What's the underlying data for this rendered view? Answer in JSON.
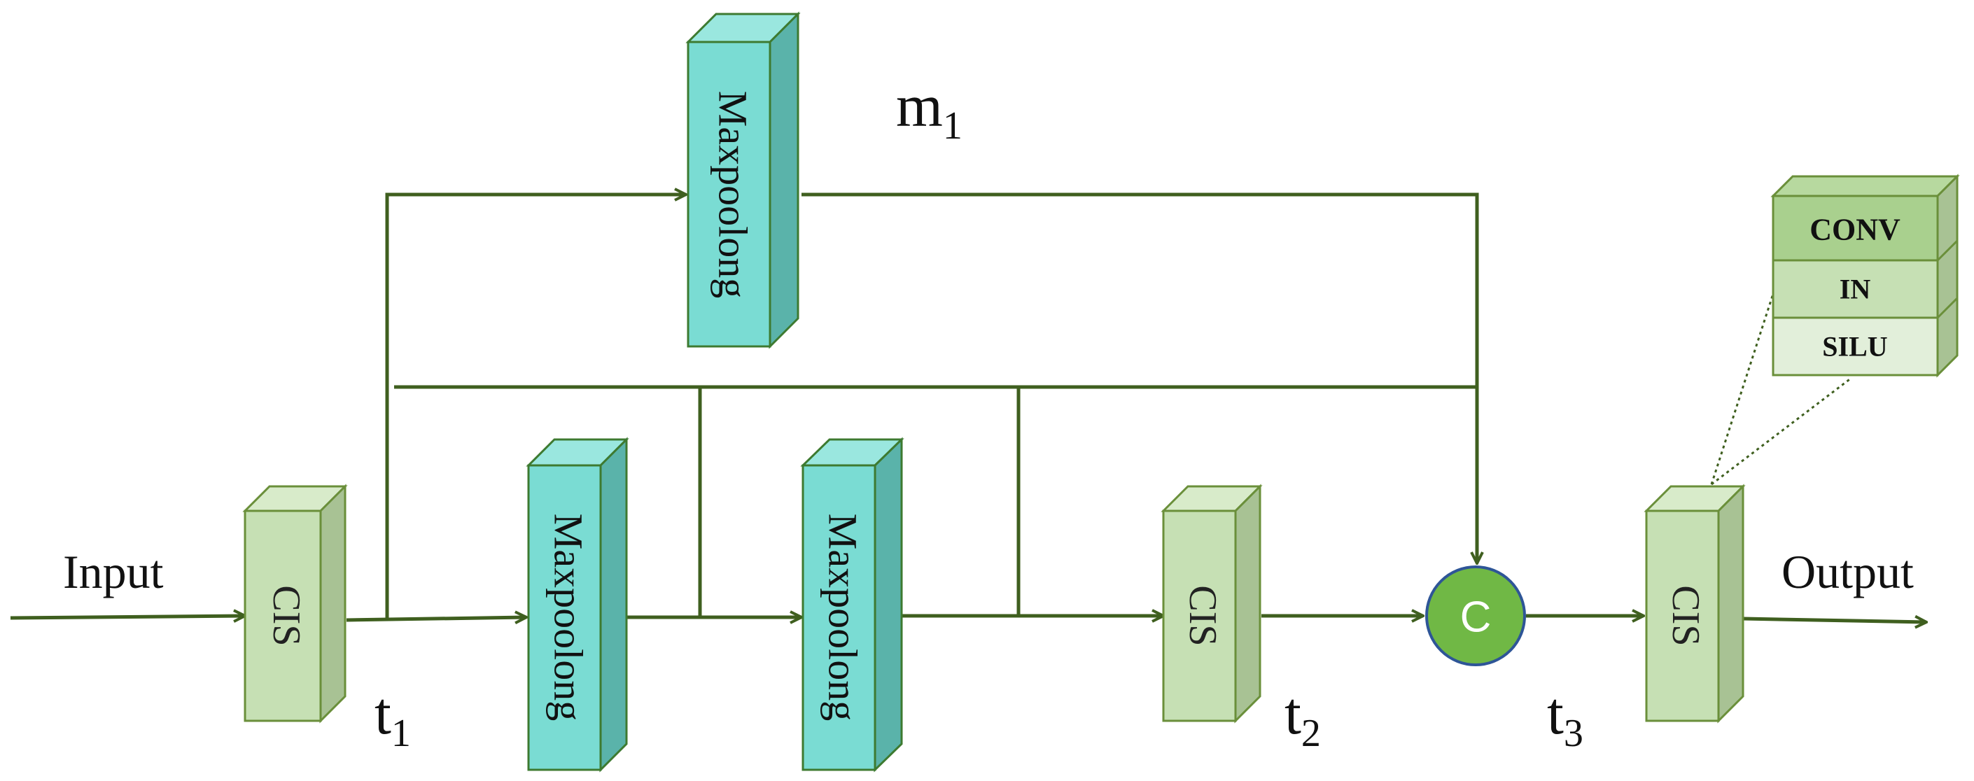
{
  "labels": {
    "input": "Input",
    "output": "Output",
    "m1_main": "m",
    "m1_sub": "1",
    "t1_main": "t",
    "t1_sub": "1",
    "t2_main": "t",
    "t2_sub": "2",
    "t3_main": "t",
    "t3_sub": "3"
  },
  "blocks": {
    "cis": "CIS",
    "maxpool": "Maxpoolong",
    "concat": "C"
  },
  "legend": {
    "conv": "CONV",
    "in": "IN",
    "silu": "SILU"
  },
  "colors": {
    "line": "#3f5f1f",
    "cis_front": "#c6e0b4",
    "cis_side": "#a8c294",
    "cis_top": "#d8ebca",
    "cis_border": "#6a8f3a",
    "maxpool_front": "#7adcd3",
    "maxpool_side": "#5ab3aa",
    "maxpool_top": "#9ae7df",
    "maxpool_border": "#3d7a30",
    "concat_fill": "#70b845",
    "concat_border": "#2e5597",
    "conv_front": "#a9d08e",
    "in_front": "#c6e0b4",
    "silu_front": "#e2efda"
  }
}
